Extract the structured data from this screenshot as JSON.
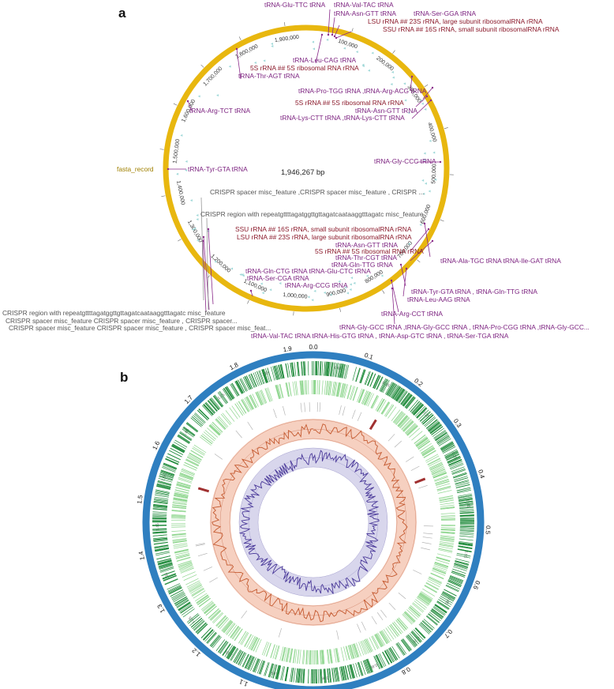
{
  "panels": {
    "a": {
      "letter": "a",
      "ring_color": "#e8b70f",
      "center_label": "1,946,267 bp",
      "tick_labels": [
        "100,000",
        "200,000",
        "300,000",
        "400,000",
        "500,000",
        "600,000",
        "700,000",
        "800,000",
        "900,000",
        "1,000,000",
        "1,100,000",
        "1,200,000",
        "1,300,000",
        "1,400,000",
        "1,500,000",
        "1,600,000",
        "1,700,000",
        "1,800,000",
        "1,900,000"
      ],
      "record_label": "fasta_record",
      "crispr_inner": [
        "CRISPR spacer   misc_feature   ,CRISPR spacer   misc_feature   ,   CRISPR ...",
        "CRISPR region with repeatgttttagatggttgttagatcaataaggtttagatc misc_feature"
      ],
      "crispr_outer": [
        "CRISPR region with repeatgttttagatggttgttagatcaataaggtttagatc      misc_feature",
        "CRISPR spacer misc_feature    CRISPR spacer      misc_feature     ,    CRISPR spacer...",
        "CRISPR spacer misc_feature    CRISPR spacer     misc_feature      ,    CRISPR spacer misc_feat..."
      ],
      "labels_top": [
        "tRNA-Glu-TTC tRNA",
        "tRNA-Val-TAC tRNA",
        "tRNA-Asn-GTT tRNA",
        "tRNA-Ser-GGA tRNA",
        "LSU rRNA ## 23S rRNA, large subunit ribosomalRNA rRNA",
        "SSU rRNA ## 16S rRNA, small subunit ribosomalRNA rRNA"
      ],
      "labels_mid_left": [
        "tRNA-Leu-CAG tRNA",
        "5S rRNA ## 5S ribosomal RNA rRNA",
        "tRNA-Thr-AGT   tRNA",
        "tRNA-Arg-TCT tRNA",
        "tRNA-Tyr-GTA tRNA"
      ],
      "labels_mid_right": [
        "tRNA-Pro-TGG  tRNA   ,tRNA-Arg-ACG  tRNA",
        "5S rRNA ## 5S ribosomal RNA   rRNA",
        "tRNA-Asn-GTT tRNA",
        "tRNA-Lys-CTT   tRNA    ,tRNA-Lys-CTT   tRNA",
        "tRNA-Gly-CCC tRNA"
      ],
      "labels_lower": [
        "SSU rRNA ## 16S rRNA, small subunit ribosomalRNA  rRNA",
        "LSU rRNA ## 23S rRNA, large subunit ribosomalRNA rRNA",
        "tRNA-Asn-GTT   tRNA",
        "5S rRNA ## 5S ribosomal RNA rRNA",
        "tRNA-Thr-CGT  tRNA",
        "tRNA-Gln-TTG   tRNA",
        "tRNA-Gln-CTG tRNA   tRNA-Glu-CTC   tRNA",
        "tRNA-Ser-CGA   tRNA",
        "tRNA-Arg-CCG    tRNA",
        "tRNA-Ala-TGC tRNA  tRNA-Ile-GAT   tRNA",
        "tRNA-Tyr-GTA   tRNA     ,   tRNA-Gln-TTG tRNA",
        "tRNA-Leu-AAG tRNA",
        "tRNA-Arg-CCT tRNA"
      ],
      "labels_bottom": [
        "tRNA-Gly-GCC  tRNA    ,tRNA-Gly-GCC   tRNA    ,  tRNA-Pro-CGG tRNA     ,tRNA-Gly-GCC...",
        "tRNA-Val-TAC tRNA   tRNA-His-GTG  tRNA    ,   tRNA-Asp-GTC tRNA    ,   tRNA-Ser-TGA tRNA"
      ]
    },
    "b": {
      "letter": "b",
      "outer_ring_color": "#2f7fc0",
      "major_ticks": [
        "0.0",
        "0.1",
        "0.2",
        "0.3",
        "0.4",
        "0.5",
        "0.6",
        "0.7",
        "0.8",
        "0.9",
        "1.0",
        "1.1",
        "1.2",
        "1.3",
        "1.4",
        "1.5",
        "1.6",
        "1.7",
        "1.8",
        "1.9"
      ],
      "minor_ticks": [
        "0.05",
        "0.15",
        "0.25",
        "0.35",
        "0.45",
        "0.55",
        "0.65",
        "0.75",
        "0.85",
        "0.95",
        "1.05",
        "1.15",
        "1.25",
        "1.35",
        "1.45",
        "1.55",
        "1.65",
        "1.75",
        "1.85"
      ],
      "track_colors": {
        "forward_genes": "#1e8a3a",
        "reverse_genes": "#8fd68f",
        "rna": "#a03030",
        "gc_content_band": "#f6d0c0",
        "gc_content_line": "#c55a30",
        "gc_skew_band": "#d8d6ec",
        "gc_skew_line": "#4b3a9a"
      }
    }
  }
}
